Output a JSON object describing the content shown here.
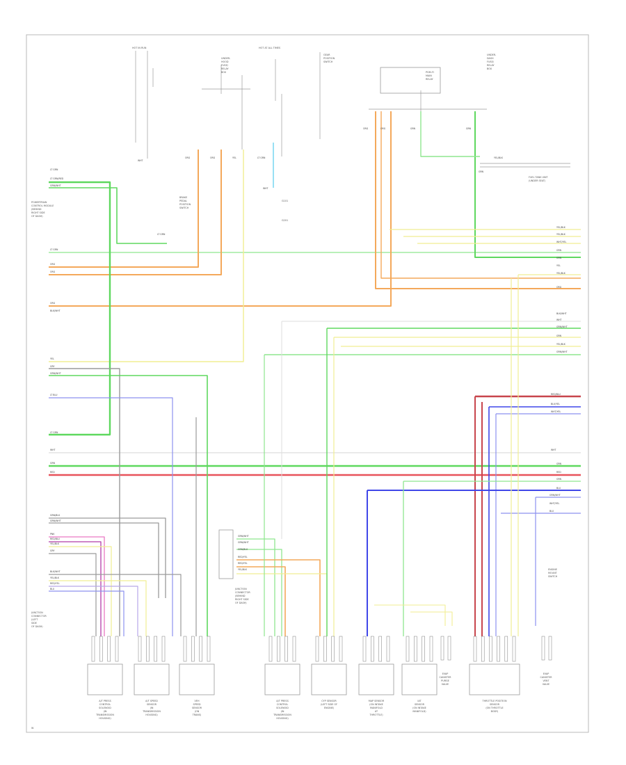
{
  "page_label": "W",
  "fuse_captions": [
    {
      "id": "hot-in-run-left",
      "text": "HOT IN RUN"
    },
    {
      "id": "hot-in-run-right",
      "text": "HOT AT ALL TIMES"
    }
  ],
  "components": [
    {
      "id": "at-pressure-left",
      "lines": [
        "A/T PRESS",
        "CONTROL",
        "SOLENOID",
        "(IN",
        "TRANSMISSION",
        "HOUSING)"
      ]
    },
    {
      "id": "at-speed-sensor",
      "lines": [
        "A/T SPEED",
        "SENSOR",
        "(IN",
        "TRANSMISSION",
        "HOUSING)"
      ]
    },
    {
      "id": "vss",
      "lines": [
        "VEH",
        "SPEED",
        "SENSOR",
        "(ON",
        "TRANS)"
      ]
    },
    {
      "id": "at-pressure-right",
      "lines": [
        "A/T PRESS",
        "CONTROL",
        "SOLENOID",
        "(IN",
        "TRANSMISSION",
        "HOUSING)"
      ]
    },
    {
      "id": "cyp-sensor",
      "lines": [
        "CYP SENSOR",
        "(LEFT SIDE OF",
        "ENGINE)"
      ]
    },
    {
      "id": "map-sensor",
      "lines": [
        "MAP SENSOR",
        "(ON INTAKE",
        "MANIFOLD",
        "AT",
        "THROTTLE)"
      ]
    },
    {
      "id": "iat-sensor",
      "lines": [
        "IAT",
        "SENSOR",
        "(ON INTAKE",
        "MANIFOLD)"
      ]
    },
    {
      "id": "evap-purge",
      "lines": [
        "EVAP",
        "CANISTER",
        "PURGE",
        "VALVE"
      ]
    },
    {
      "id": "throttle-position",
      "lines": [
        "THROTTLE POSITION",
        "SENSOR",
        "(ON THROTTLE",
        "BODY)"
      ]
    },
    {
      "id": "evap-vent",
      "lines": [
        "EVAP",
        "CANISTER",
        "VENT",
        "VALVE"
      ]
    }
  ],
  "side_labels": [
    {
      "id": "pcm-connector",
      "lines": [
        "POWERTRAIN",
        "CONTROL MODULE",
        "(BEHIND",
        "RIGHT SIDE",
        "OF DASH)"
      ]
    },
    {
      "id": "junction-connector",
      "lines": [
        "JUNCTION",
        "CONNECTOR",
        "(LEFT",
        "SIDE",
        "OF DASH)"
      ]
    },
    {
      "id": "junction-connector-2",
      "lines": [
        "JUNCTION",
        "CONNECTOR",
        "(BEHIND",
        "RIGHT SIDE",
        "OF DASH)"
      ]
    },
    {
      "id": "brake-pedal",
      "lines": [
        "BRAKE",
        "PEDAL",
        "POSITION",
        "SWITCH"
      ]
    },
    {
      "id": "fuel-pump-relay",
      "lines": [
        "PGM-FI",
        "MAIN",
        "RELAY"
      ]
    },
    {
      "id": "fuel-tank",
      "lines": [
        "FUEL TANK UNIT",
        "(UNDER SEAT)"
      ]
    },
    {
      "id": "engine-mount",
      "lines": [
        "ENGINE",
        "MOUNT",
        "SWITCH"
      ]
    },
    {
      "id": "ground-g101",
      "lines": [
        "G101"
      ]
    },
    {
      "id": "ground-g201",
      "lines": [
        "G201"
      ]
    },
    {
      "id": "shift-position",
      "lines": [
        "GEAR",
        "POSITION",
        "SWITCH"
      ]
    },
    {
      "id": "under-hood-fuse",
      "lines": [
        "UNDER-",
        "HOOD",
        "FUSE/",
        "RELAY",
        "BOX"
      ]
    },
    {
      "id": "under-dash-fuse",
      "lines": [
        "UNDER-",
        "DASH",
        "FUSE/",
        "RELAY",
        "BOX"
      ]
    }
  ],
  "wire_labels": {
    "grn": "GRN",
    "yel": "YEL",
    "wht": "WHT",
    "blk": "BLK",
    "red": "RED",
    "blu": "BLU",
    "org": "ORG",
    "ltgrn": "LT GRN",
    "grnwht": "GRN/WHT",
    "yelblk": "YEL/BLK",
    "redblu": "RED/BLU",
    "blkwht": "BLK/WHT",
    "ltgrnred": "LT GRN/RED",
    "grnblk": "GRN/BLK",
    "bluyel": "BLU/YEL",
    "wht_yel": "WHT/YEL",
    "redyel": "RED/YEL",
    "ltblu": "LT BLU",
    "pnk": "PNK",
    "gry": "GRY",
    "brn": "BRN"
  },
  "colors": {
    "green": "#5ed85e",
    "light_green": "#8ee68e",
    "orange": "#f4a85a",
    "yellow": "#f1ee92",
    "blue": "#3f46e8",
    "light_blue": "#8c91ef",
    "red": "#e8525a",
    "dark_red": "#c8454c",
    "gray": "#9a9a9a",
    "purple": "#b03aa8",
    "pink": "#e978c4",
    "cyan": "#7fd8f2",
    "lavender": "#b7a7e8"
  }
}
